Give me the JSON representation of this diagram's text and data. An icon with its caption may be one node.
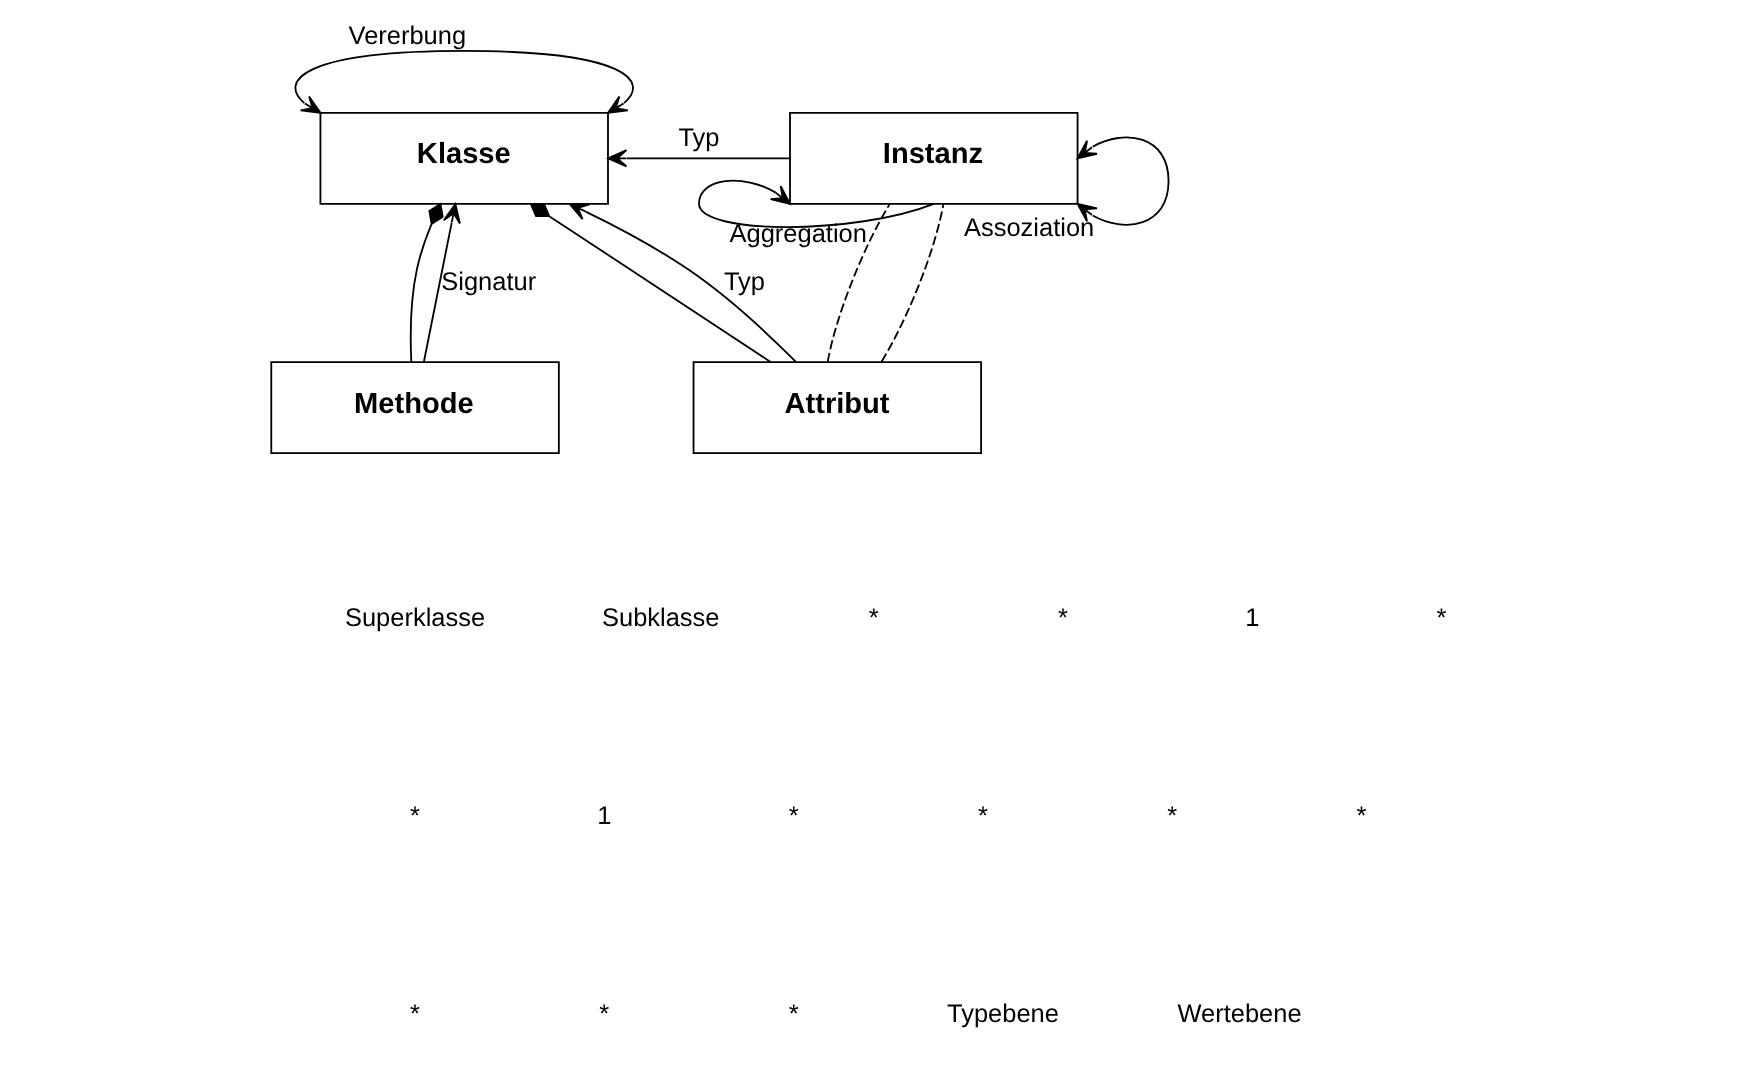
{
  "diagram": {
    "nodes": [
      {
        "text": [
          "Klasse"
        ]
      },
      {
        "text": [
          "Instanz"
        ]
      },
      {
        "text": [
          "Methode"
        ]
      },
      {
        "text": [
          "Attribut"
        ]
      }
    ],
    "edges": [
      {
        "from": 0,
        "to": 0,
        "arrow": "both",
        "label": "Vererbung"
      },
      {
        "from": 1,
        "to": 0,
        "arrow": "to",
        "label": "Typ"
      },
      {
        "from": 2,
        "to": 0,
        "arrow": "to",
        "label": "Signatur"
      },
      {
        "from": 0,
        "to": 2,
        "arrow": "other"
      },
      {
        "from": 0,
        "to": 3,
        "arrow": "other"
      },
      {
        "from": 3,
        "to": 0,
        "arrow": "to",
        "label": "Typ"
      },
      {
        "from": 1,
        "to": 1,
        "arrow": "to",
        "label": "Aggregation"
      },
      {
        "from": 1,
        "to": 1,
        "arrow": "both",
        "label": "Assoziation"
      },
      {
        "from": 3,
        "to": 1,
        "arrow": "none",
        "style": "dashed"
      },
      {
        "from": 3,
        "to": 1,
        "arrow": "none",
        "style": "dashed"
      }
    ],
    "labels": [
      "Superklasse",
      "Subklasse",
      "*",
      "*",
      "1",
      "*",
      "*",
      "1",
      "*",
      "*",
      "*",
      "*",
      "*",
      "*",
      "*",
      "Typebene",
      "Wertebene"
    ]
  }
}
